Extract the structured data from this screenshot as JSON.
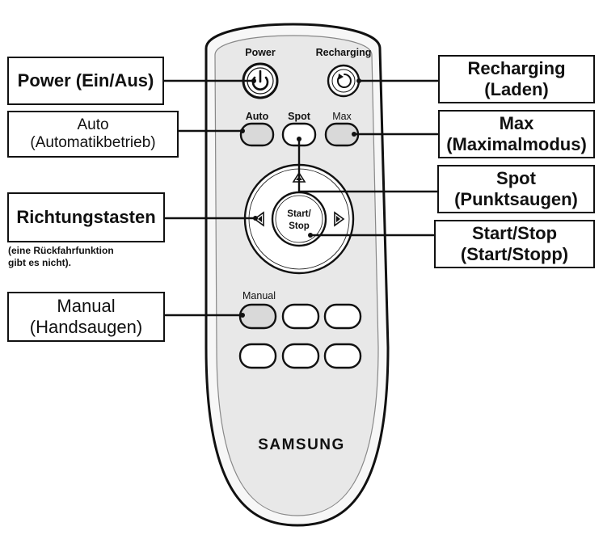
{
  "remote": {
    "keys": {
      "power": "Power",
      "recharging": "Recharging",
      "auto": "Auto",
      "spot": "Spot",
      "max": "Max",
      "start_stop_line1": "Start/",
      "start_stop_line2": "Stop",
      "manual": "Manual"
    },
    "brand": "SAMSUNG"
  },
  "callouts": {
    "power": {
      "line1": "Power (Ein/Aus)"
    },
    "auto": {
      "line1": "Auto",
      "line2": "(Automatikbetrieb)"
    },
    "direction": {
      "line1": "Richtungstasten"
    },
    "direction_note": {
      "line1": "(eine Rückfahrfunktion",
      "line2": "gibt es nicht)."
    },
    "manual": {
      "line1": "Manual",
      "line2": "(Handsaugen)"
    },
    "recharging": {
      "line1": "Recharging",
      "line2": "(Laden)"
    },
    "max": {
      "line1": "Max",
      "line2": "(Maximalmodus)"
    },
    "spot": {
      "line1": "Spot",
      "line2": "(Punktsaugen)"
    },
    "start_stop": {
      "line1": "Start/Stop",
      "line2": "(Start/Stopp)"
    }
  },
  "colors": {
    "remote_body": "#e8e8e8",
    "remote_rim": "#c9c9c9",
    "outline": "#111111",
    "button_fill": "#ffffff",
    "label_active_fill": "#d9d9d9"
  }
}
